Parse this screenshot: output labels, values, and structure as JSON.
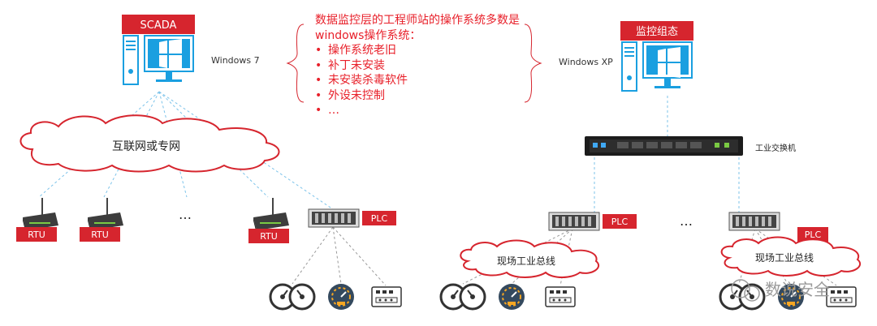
{
  "scada": {
    "title": "SCADA",
    "os": "Windows 7"
  },
  "monitor": {
    "title": "监控组态",
    "os": "Windows XP"
  },
  "callout": {
    "title": "数据监控层的工程师站的操作系统多数是windows操作系统：",
    "items": [
      "操作系统老旧",
      "补丁未安装",
      "未安装杀毒软件",
      "外设未控制",
      "…"
    ]
  },
  "clouds": {
    "internet": "互联网或专网",
    "fieldbus_1": "现场工业总线",
    "fieldbus_2": "现场工业总线"
  },
  "devices": {
    "rtu_labels": [
      "RTU",
      "RTU",
      "RTU"
    ],
    "plc_labels": [
      "PLC",
      "PLC",
      "PLC"
    ],
    "switch": "工业交换机",
    "ellipsis_left": "…",
    "ellipsis_right": "…"
  },
  "watermark": "数说安全",
  "colors": {
    "red": "#d6252e",
    "screen": "#1a9fe0",
    "device": "#3a3a3a",
    "dash": "#7cc3ea"
  }
}
